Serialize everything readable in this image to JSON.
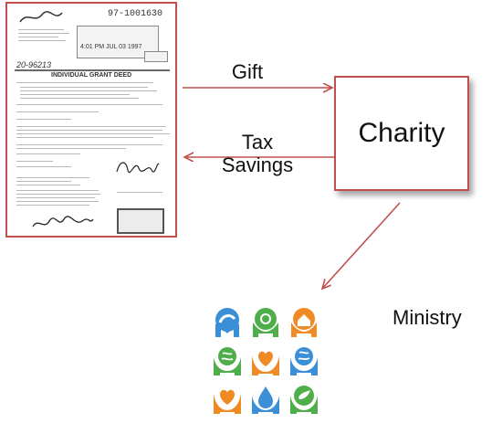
{
  "deed": {
    "doc_number": "97-1001630",
    "recorded_stamp": "4:01 PM JUL 03 1997",
    "grant_title": "INDIVIDUAL GRANT DEED",
    "ref_number": "20-96213"
  },
  "diagram": {
    "gift_label": "Gift",
    "tax_line1": "Tax",
    "tax_line2": "Savings",
    "charity_label": "Charity",
    "ministry_label": "Ministry"
  },
  "colors": {
    "arrow": "#c0504d",
    "box_border": "#c0504d"
  },
  "icons": [
    "praying-hands-icon",
    "globe-hands-icon",
    "house-hands-icon",
    "earth-hands-icon",
    "heart-hands-icon",
    "globe-hands-icon",
    "heart-hands-icon",
    "water-drop-hands-icon",
    "dove-hands-icon"
  ]
}
